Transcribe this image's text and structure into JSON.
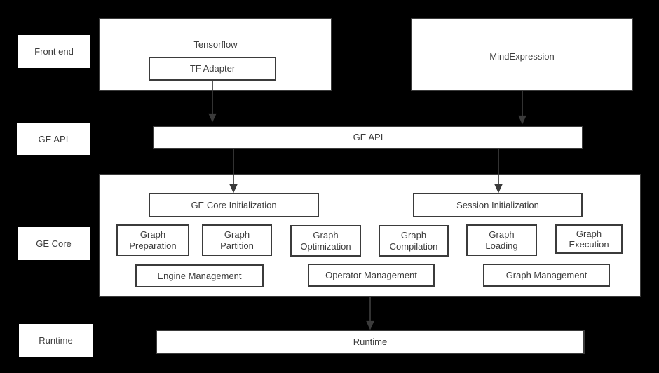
{
  "diagram": {
    "title": "GE architecture layered diagram",
    "background_color": "#000000",
    "box_fill": "#ffffff",
    "box_stroke": "#3b3b3b",
    "text_color": "#3c3c3c",
    "arrow_color": "#3b3b3b"
  },
  "tiers": [
    {
      "id": "front-end",
      "label": "Front end"
    },
    {
      "id": "ge-api",
      "label": "GE API"
    },
    {
      "id": "ge-core",
      "label": "GE Core"
    },
    {
      "id": "runtime",
      "label": "Runtime"
    }
  ],
  "front_end": {
    "tensorflow": {
      "title": "Tensorflow",
      "adapter": "TF Adapter"
    },
    "mindexpression": {
      "title": "MindExpression"
    }
  },
  "ge_api": {
    "bar_label": "GE API"
  },
  "ge_core": {
    "init_boxes": [
      {
        "id": "ge-core-initialization",
        "label": "GE Core Initialization"
      },
      {
        "id": "session-initialization",
        "label": "Session Initialization"
      }
    ],
    "module_boxes": [
      {
        "id": "graph-preparation",
        "label": "Graph\nPreparation"
      },
      {
        "id": "graph-partition",
        "label": "Graph\nPartition"
      },
      {
        "id": "graph-optimization",
        "label": "Graph\nOptimization"
      },
      {
        "id": "graph-compilation",
        "label": "Graph\nCompilation"
      },
      {
        "id": "graph-loading",
        "label": "Graph\nLoading"
      },
      {
        "id": "graph-execution",
        "label": "Graph\nExecution"
      }
    ],
    "management_boxes": [
      {
        "id": "engine-management",
        "label": "Engine Management"
      },
      {
        "id": "operator-management",
        "label": "Operator Management"
      },
      {
        "id": "graph-management",
        "label": "Graph Management"
      }
    ]
  },
  "runtime": {
    "bar_label": "Runtime"
  },
  "connections": [
    {
      "id": "tf-adapter-to-ge-api",
      "from": "TF Adapter",
      "to": "GE API"
    },
    {
      "id": "mindexpression-to-ge-api",
      "from": "MindExpression",
      "to": "GE API"
    },
    {
      "id": "ge-api-to-ge-core-init",
      "from": "GE API",
      "to": "GE Core Initialization"
    },
    {
      "id": "ge-api-to-session-init",
      "from": "GE API",
      "to": "Session Initialization"
    },
    {
      "id": "ge-core-to-runtime",
      "from": "GE Core",
      "to": "Runtime"
    }
  ]
}
